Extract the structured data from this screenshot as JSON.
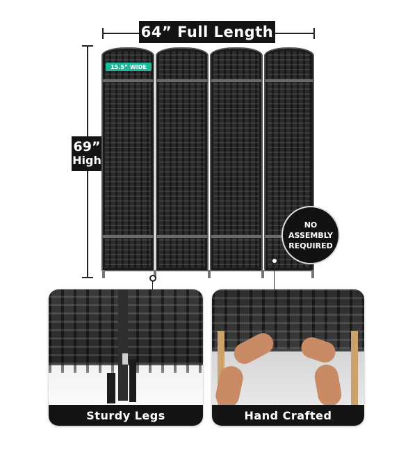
{
  "dimensions": {
    "length_label": "64” Full Length",
    "height_value": "69”",
    "height_word": "High",
    "panel_width_label": "15.5” WIDE"
  },
  "badge": {
    "line1": "NO",
    "line2": "ASSEMBLY",
    "line3": "REQUIRED"
  },
  "features": {
    "left_caption": "Sturdy Legs",
    "right_caption": "Hand Crafted"
  },
  "colors": {
    "panel": "#2a2a2a",
    "accent_tag": "#1fb89a",
    "label_bg": "#141414"
  }
}
